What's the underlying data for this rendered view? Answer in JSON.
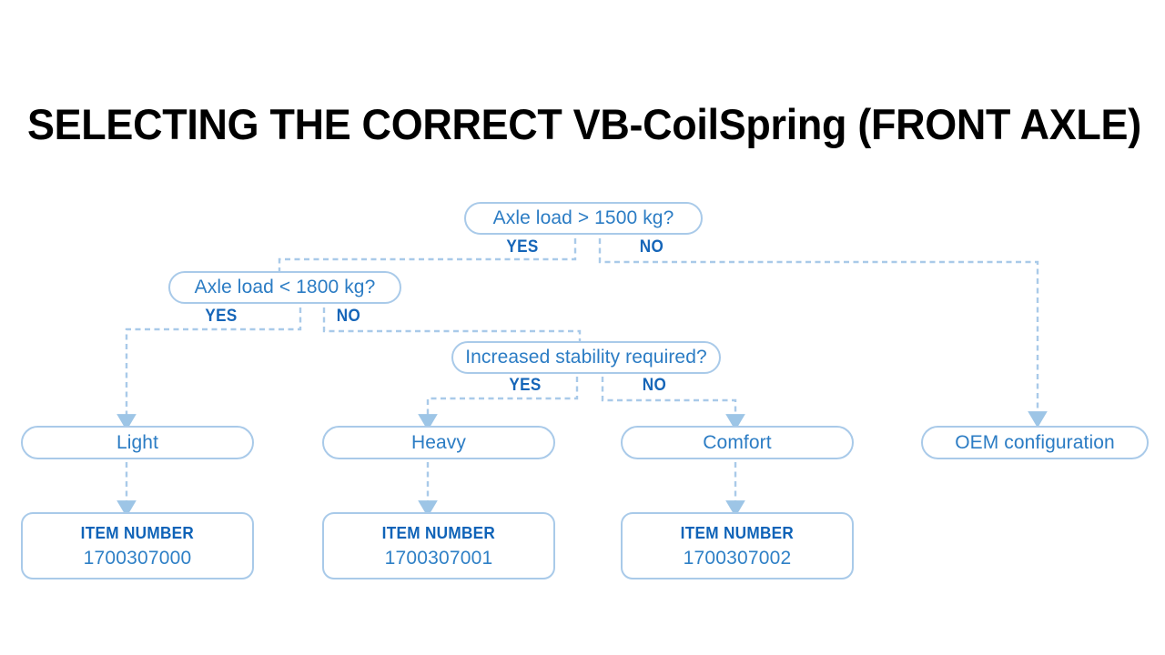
{
  "page": {
    "title": "SELECTING THE CORRECT VB-CoilSpring (FRONT AXLE)",
    "background_color": "#ffffff"
  },
  "colors": {
    "node_border": "#a9cae9",
    "node_text": "#2b7cc4",
    "branch_label": "#1565b8",
    "connector": "#a9cae9",
    "arrow_fill": "#9dc5e6",
    "item_head": "#0f63b8",
    "item_value": "#2f80c6",
    "title": "#000000"
  },
  "flow": {
    "decisions": [
      {
        "id": "axle-load-1500",
        "label": "Axle load > 1500 kg?",
        "yes_label": "YES",
        "no_label": "NO"
      },
      {
        "id": "axle-load-1800",
        "label": "Axle load < 1800 kg?",
        "yes_label": "YES",
        "no_label": "NO"
      },
      {
        "id": "increased-stability",
        "label": "Increased stability required?",
        "yes_label": "YES",
        "no_label": "NO"
      }
    ],
    "outcomes": [
      {
        "id": "light",
        "label": "Light"
      },
      {
        "id": "heavy",
        "label": "Heavy"
      },
      {
        "id": "comfort",
        "label": "Comfort"
      },
      {
        "id": "oem",
        "label": "OEM configuration"
      }
    ],
    "item_heading": "ITEM NUMBER",
    "items": [
      {
        "id": "item-light",
        "heading": "ITEM NUMBER",
        "number": "1700307000"
      },
      {
        "id": "item-heavy",
        "heading": "ITEM NUMBER",
        "number": "1700307001"
      },
      {
        "id": "item-comfort",
        "heading": "ITEM NUMBER",
        "number": "1700307002"
      }
    ]
  },
  "chart_data": {
    "type": "diagram",
    "title": "SELECTING THE CORRECT VB-CoilSpring (FRONT AXLE)",
    "nodes": [
      {
        "id": "d1",
        "kind": "decision",
        "text": "Axle load > 1500 kg?"
      },
      {
        "id": "d2",
        "kind": "decision",
        "text": "Axle load < 1800 kg?"
      },
      {
        "id": "d3",
        "kind": "decision",
        "text": "Increased stability required?"
      },
      {
        "id": "o1",
        "kind": "outcome",
        "text": "Light"
      },
      {
        "id": "o2",
        "kind": "outcome",
        "text": "Heavy"
      },
      {
        "id": "o3",
        "kind": "outcome",
        "text": "Comfort"
      },
      {
        "id": "o4",
        "kind": "outcome",
        "text": "OEM configuration"
      },
      {
        "id": "i1",
        "kind": "item",
        "text": "1700307000"
      },
      {
        "id": "i2",
        "kind": "item",
        "text": "1700307001"
      },
      {
        "id": "i3",
        "kind": "item",
        "text": "1700307002"
      }
    ],
    "edges": [
      {
        "from": "d1",
        "to": "d2",
        "label": "YES"
      },
      {
        "from": "d1",
        "to": "o4",
        "label": "NO"
      },
      {
        "from": "d2",
        "to": "o1",
        "label": "YES"
      },
      {
        "from": "d2",
        "to": "d3",
        "label": "NO"
      },
      {
        "from": "d3",
        "to": "o2",
        "label": "YES"
      },
      {
        "from": "d3",
        "to": "o3",
        "label": "NO"
      },
      {
        "from": "o1",
        "to": "i1",
        "label": ""
      },
      {
        "from": "o2",
        "to": "i2",
        "label": ""
      },
      {
        "from": "o3",
        "to": "i3",
        "label": ""
      }
    ]
  }
}
